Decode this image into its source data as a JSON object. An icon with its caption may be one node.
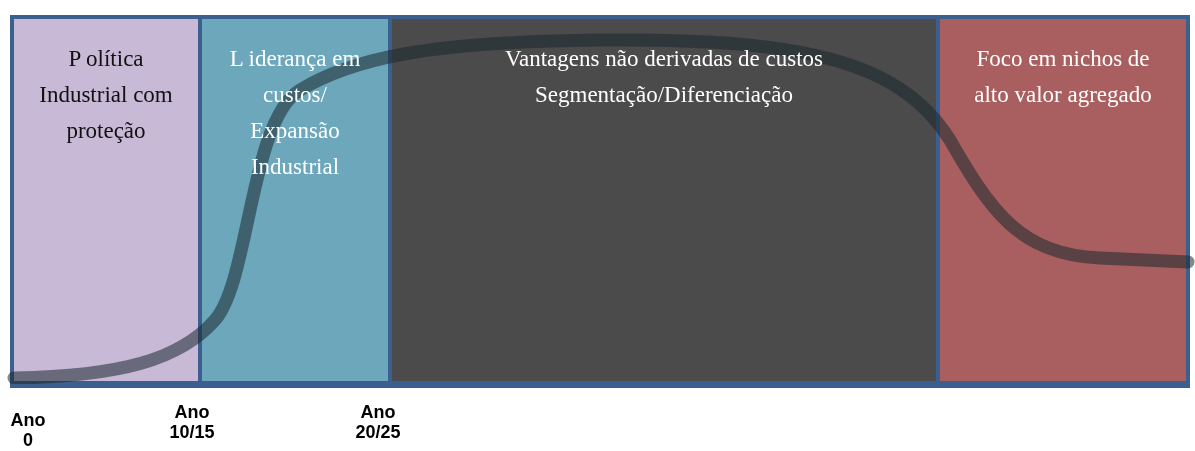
{
  "diagram": {
    "nodes": [
      {
        "text": [
          "P olítica Industrial com proteção"
        ]
      },
      {
        "text": [
          "L iderança em custos/ Expansão Industrial"
        ]
      },
      {
        "text": [
          "Vantagens não derivadas de custos",
          "Segmentação/Diferenciação"
        ]
      },
      {
        "text": [
          "Foco em nichos de alto valor agregado"
        ]
      }
    ],
    "edges": [],
    "labels": [
      "Ano 0",
      "Ano 10/15",
      "Ano 20/25"
    ]
  }
}
